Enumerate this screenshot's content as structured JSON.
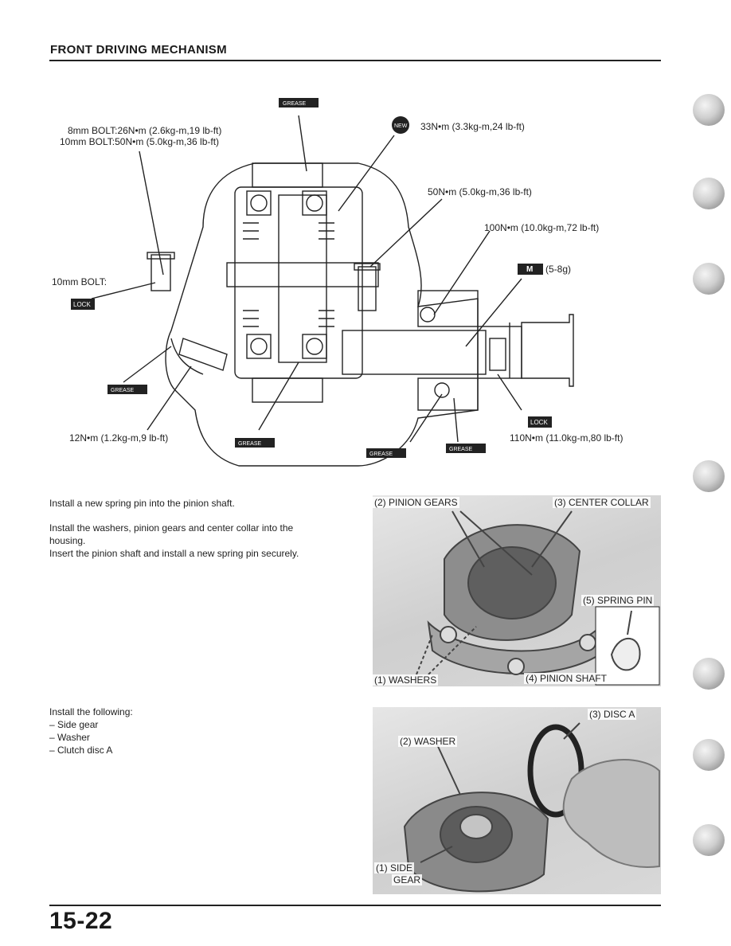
{
  "header": {
    "title": "FRONT DRIVING MECHANISM"
  },
  "diagram": {
    "labels": {
      "bolt_torque_line1": "8mm BOLT:26N•m (2.6kg-m,19 lb-ft)",
      "bolt_torque_line2": "10mm BOLT:50N•m (5.0kg-m,36 lb-ft)",
      "new_part_torque": "33N•m (3.3kg-m,24 lb-ft)",
      "torque_50": "50N•m (5.0kg-m,36 lb-ft)",
      "torque_100": "100N•m (10.0kg-m,72 lb-ft)",
      "moly_amount": "(5-8g)",
      "bolt_10mm": "10mm BOLT:",
      "torque_12": "12N•m (1.2kg-m,9 lb-ft)",
      "torque_110": "110N•m (11.0kg-m,80 lb-ft)"
    },
    "symbols": {
      "grease": "GREASE",
      "lock": "LOCK",
      "new": "NEW",
      "moly": "M"
    }
  },
  "step1": {
    "text1": "Install a new spring pin into the pinion shaft.",
    "text2_line1": "Install the washers, pinion gears and center collar into the",
    "text2_line2": "housing.",
    "text3": "Insert the pinion shaft and install a new spring pin securely."
  },
  "photo1": {
    "pinion_gears": "(2) PINION GEARS",
    "center_collar": "(3) CENTER COLLAR",
    "spring_pin": "(5) SPRING PIN",
    "washers": "(1) WASHERS",
    "pinion_shaft": "(4) PINION SHAFT"
  },
  "step2": {
    "intro": "Install the following:",
    "items": [
      "– Side gear",
      "– Washer",
      "– Clutch disc A"
    ]
  },
  "photo2": {
    "disc_a": "(3) DISC A",
    "washer": "(2) WASHER",
    "side_line1": "(1) SIDE",
    "side_line2": "GEAR"
  },
  "footer": {
    "page_number": "15-22"
  }
}
